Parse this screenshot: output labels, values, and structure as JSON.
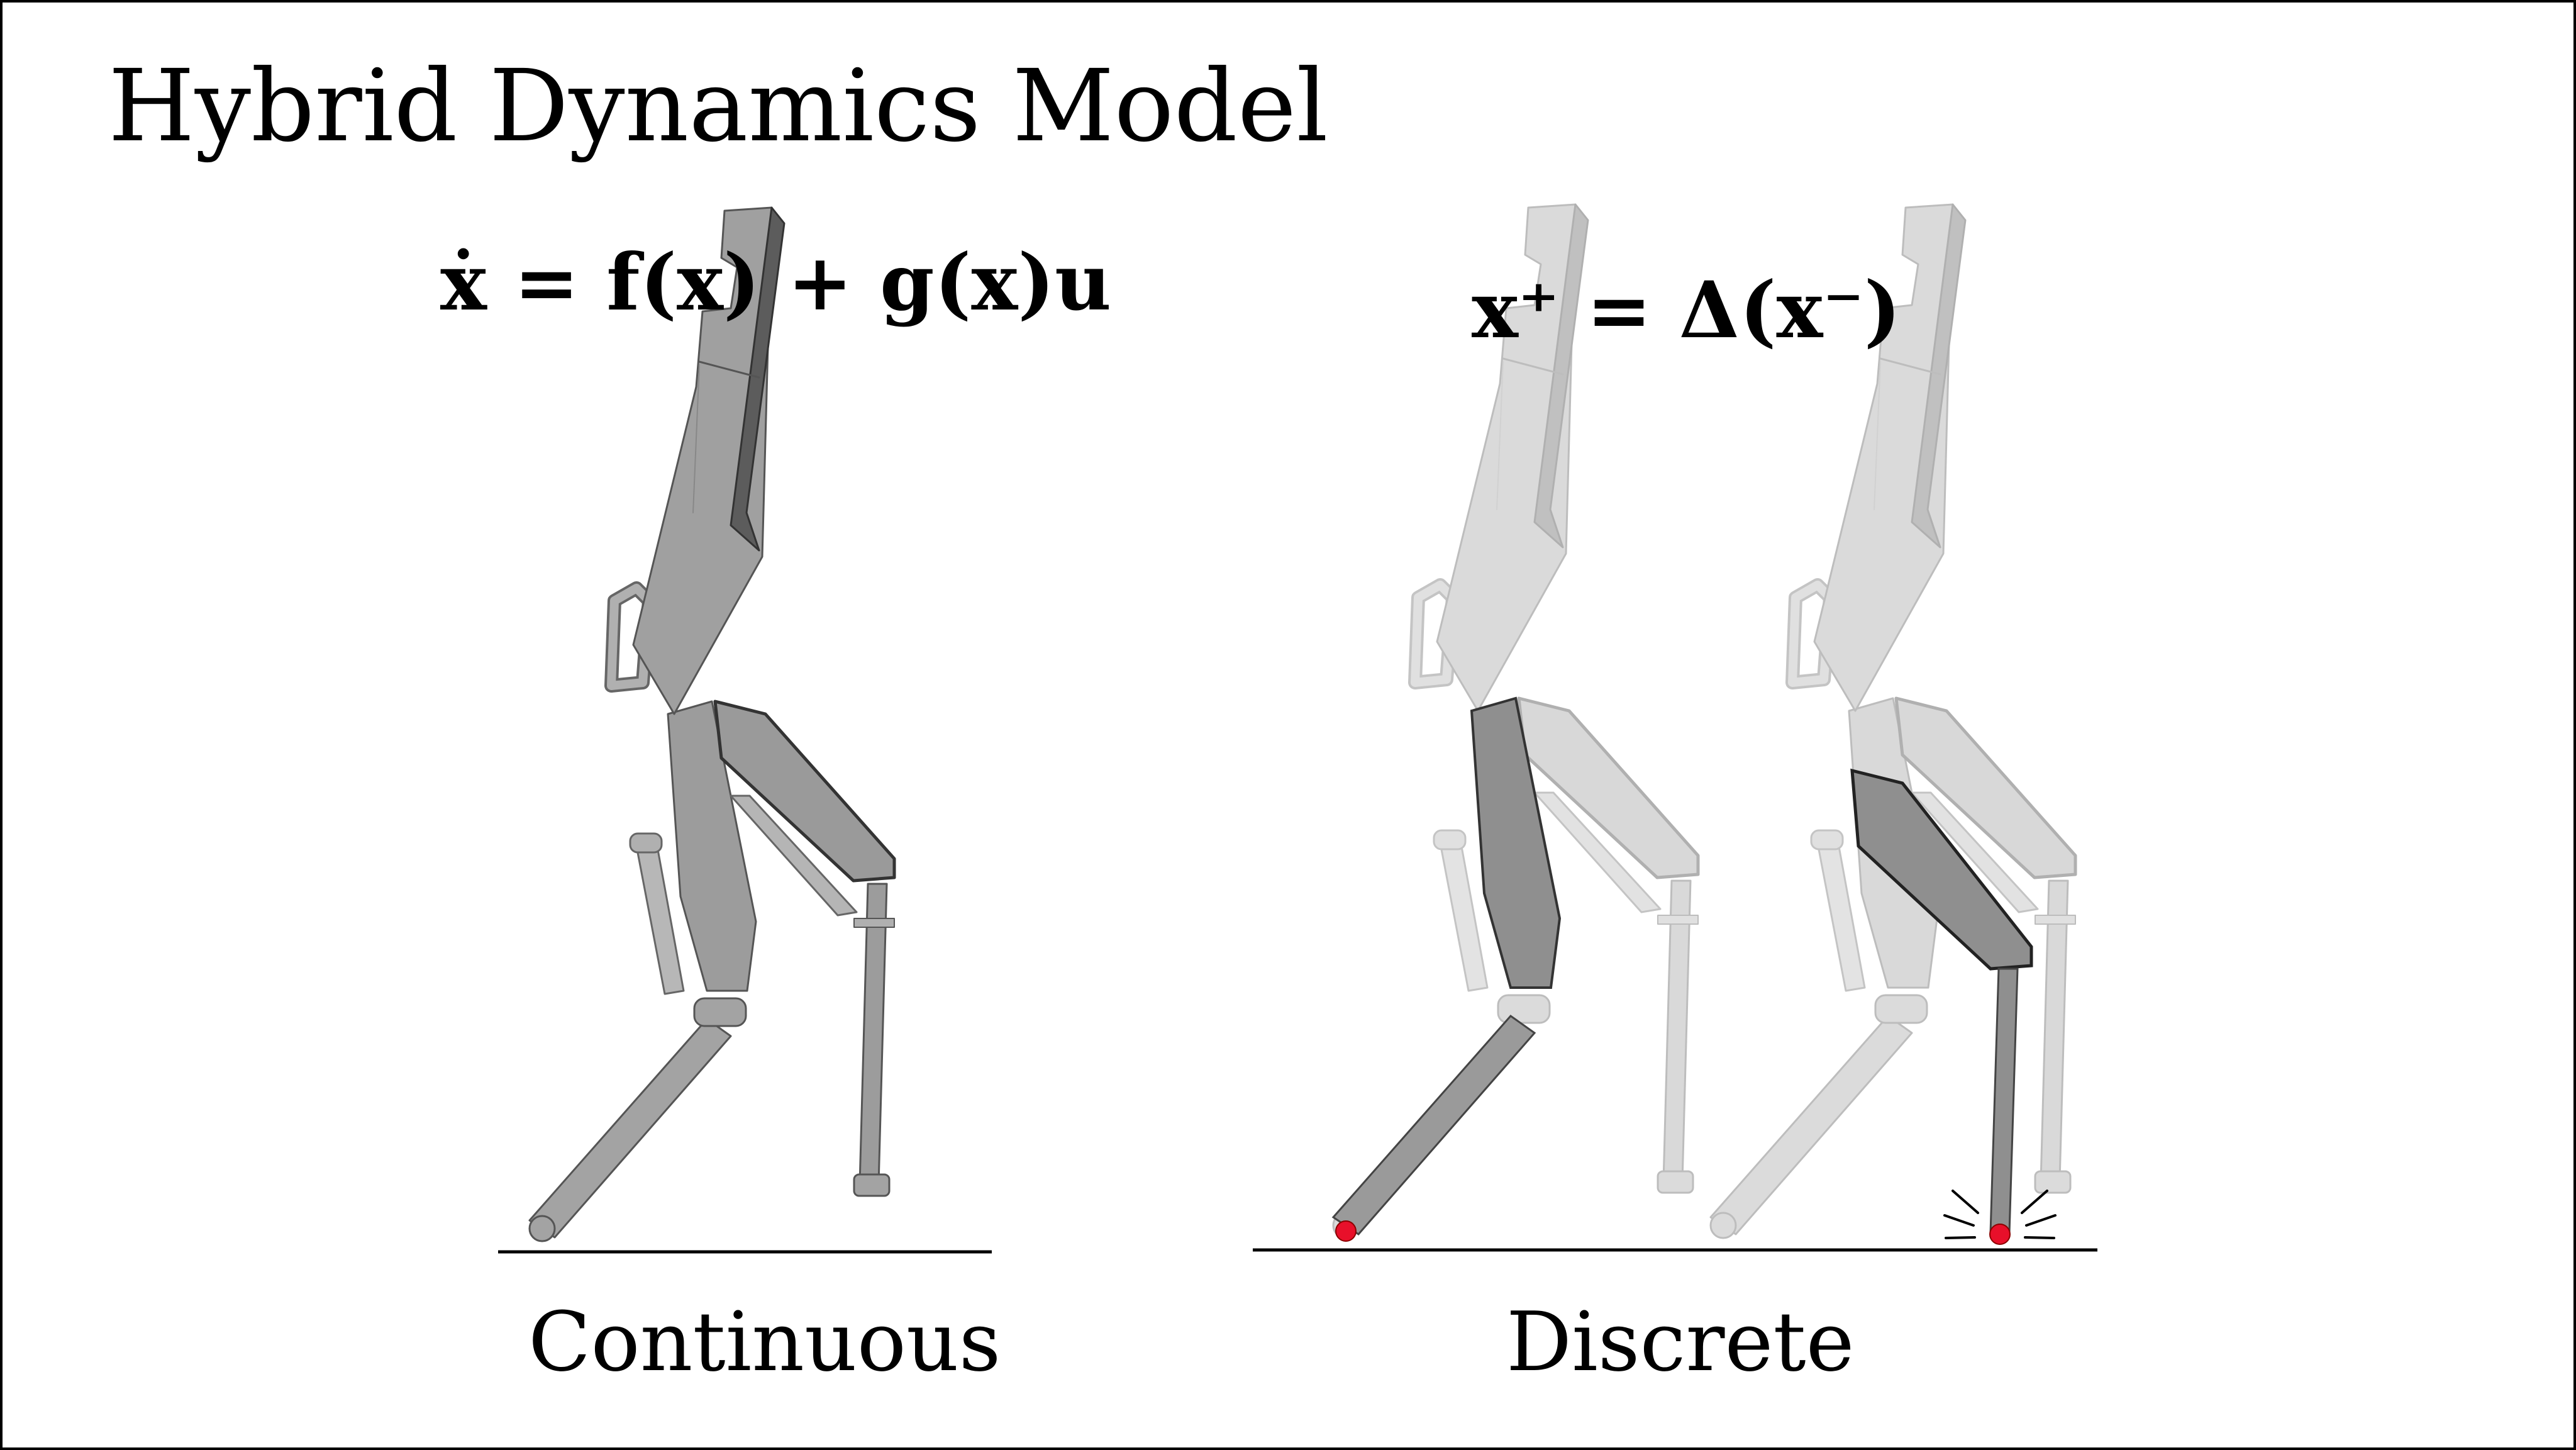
{
  "title": "Hybrid Dynamics Model",
  "equations": {
    "continuous": "ẋ = f(x) + g(x)u",
    "discrete": "x⁺ = Δ(x⁻)"
  },
  "panels": {
    "continuous": {
      "caption": "Continuous"
    },
    "discrete": {
      "caption": "Discrete"
    }
  },
  "colors": {
    "frame": "#000000",
    "robot_body": "#a3a3a3",
    "robot_dark": "#5a5a5a",
    "robot_faded": "#dcdcdc",
    "contact_point": "#e8102a",
    "ground": "#000000"
  }
}
